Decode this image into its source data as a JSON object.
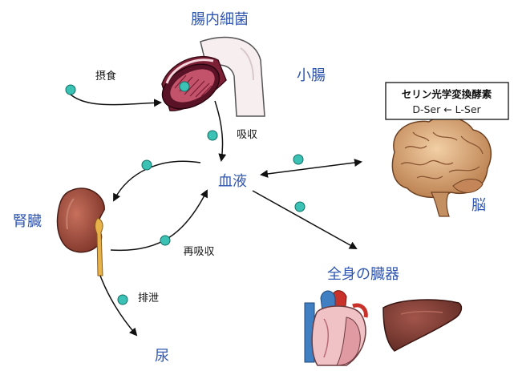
{
  "labels": {
    "gut_bacteria": "腸内細菌",
    "small_intestine": "小腸",
    "ingestion": "摂食",
    "absorption": "吸収",
    "blood": "血液",
    "kidney": "腎臓",
    "reabsorption": "再吸収",
    "excretion": "排泄",
    "urine": "尿",
    "brain": "脳",
    "whole_body_organs": "全身の臓器"
  },
  "enzyme_box": {
    "title": "セリン光学変換酵素",
    "reaction": "D-Ser ← L-Ser"
  },
  "colors": {
    "label_blue": "#2f56b0",
    "molecule_teal": "#3cc2b4",
    "kidney_brown": "#9a4a3a",
    "brain_tan": "#d9a77a",
    "heart_red": "#c8322a",
    "liver_brown": "#7a3e36",
    "intestine_maroon": "#8a2a40"
  }
}
